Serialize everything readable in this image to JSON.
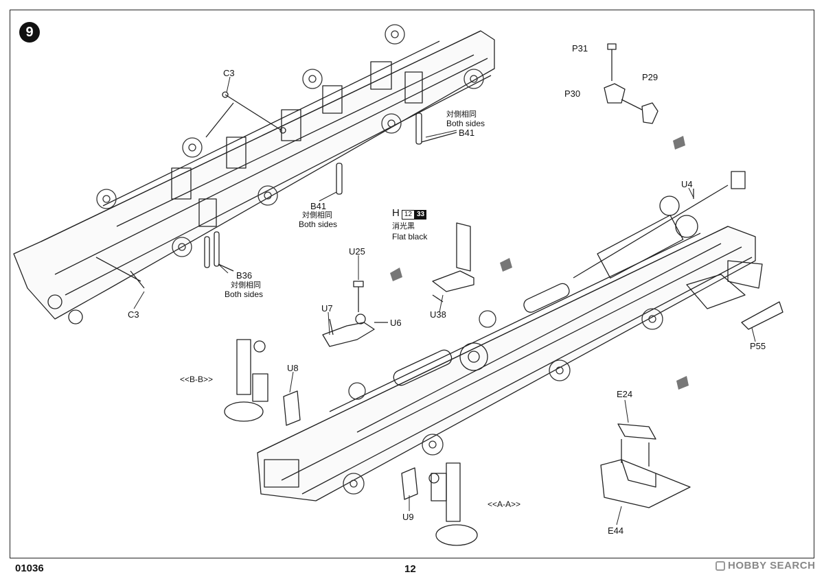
{
  "step": {
    "number": "9"
  },
  "labels": {
    "c3_top": "C3",
    "c3_bottom": "C3",
    "b41_upper_cn": "対側相同",
    "b41_upper_en": "Both sides",
    "b41_upper_part": "B41",
    "b41_lower_part": "B41",
    "b41_lower_cn": "対側相同",
    "b41_lower_en": "Both sides",
    "b36_part": "B36",
    "b36_cn": "対側相同",
    "b36_en": "Both sides",
    "u25": "U25",
    "u7": "U7",
    "u6": "U6",
    "u38": "U38",
    "u8": "U8",
    "u9": "U9",
    "u4": "U4",
    "p31": "P31",
    "p30": "P30",
    "p29": "P29",
    "p55": "P55",
    "e24": "E24",
    "e44": "E44",
    "view_bb": "<<B-B>>",
    "view_aa": "<<A-A>>"
  },
  "paint_note": {
    "letter": "H",
    "code_outline": "12",
    "code_filled": "33",
    "name_cn": "消光黒",
    "name_en": "Flat black"
  },
  "footer": {
    "product_code": "01036",
    "page_number": "12",
    "watermark": "HOBBY SEARCH"
  }
}
